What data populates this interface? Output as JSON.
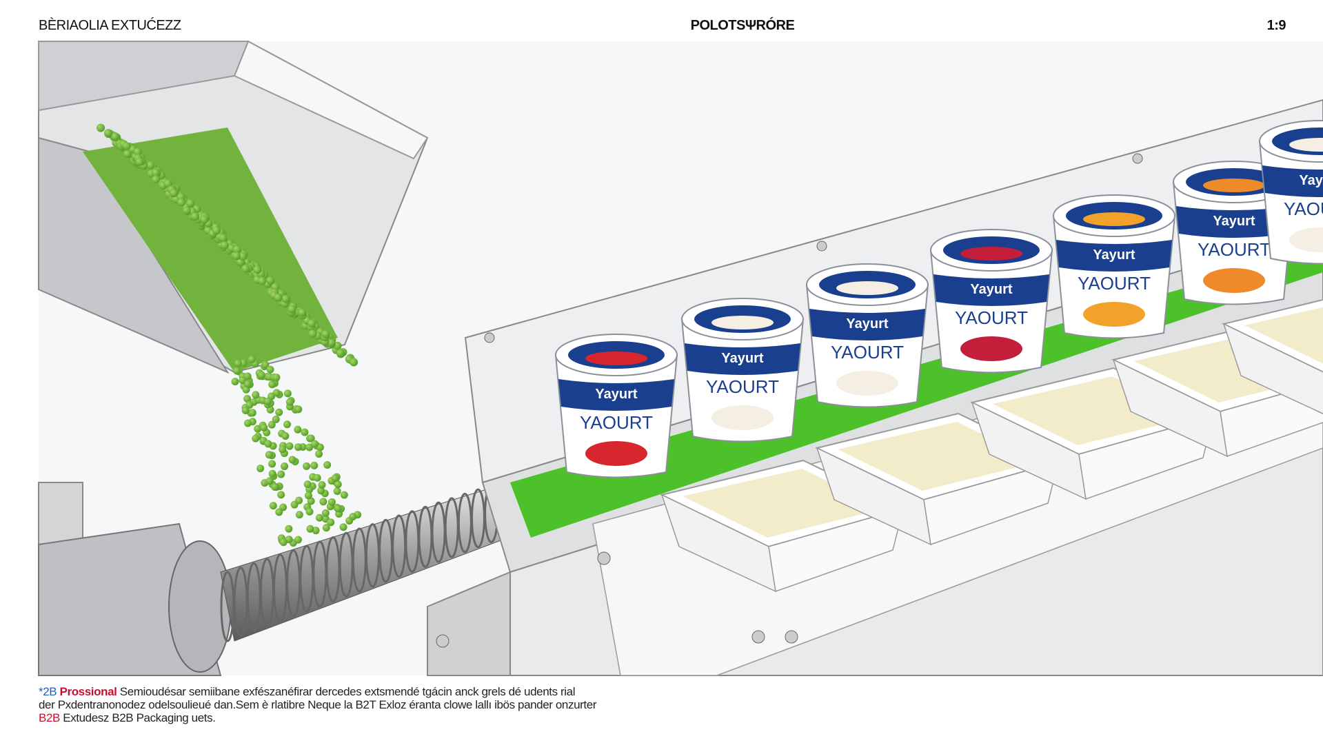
{
  "header": {
    "left": "BÈRIAOLIA EXTUĆEZZ",
    "center": "POLOTSΨRÓRE",
    "right": "1:9"
  },
  "illustration": {
    "cup_brand": "Yayurt",
    "cup_product": "YAOURT",
    "cup_count": 7,
    "tray_count": 5,
    "cup_toppings": [
      "strawberry",
      "plain",
      "plain",
      "raspberry",
      "mango",
      "apricot",
      "plain"
    ],
    "colors": {
      "pellet_green": "#6fb33a",
      "belt_green": "#4cc12a",
      "cup_blue": "#1a3f8f",
      "tray_fill": "#f3eccb",
      "machine_gray": "#d9dadc"
    }
  },
  "footer": {
    "line1_prefix": "*2B",
    "line1_highlight": "Prossional",
    "line1_text": "Semioudésar semiibane exfészanéfirar dercedes extsmendé tgácin anck grels dé udents rial",
    "line2_text": "der Pxdentranonodez odelsoulieué dan.Sem è rlatibre Neque la B2T Exloz éranta clowe lallı ibös pander onzurter",
    "line3_highlight": "B2B",
    "line3_text": "Extudesz B2B Packaging uets."
  }
}
